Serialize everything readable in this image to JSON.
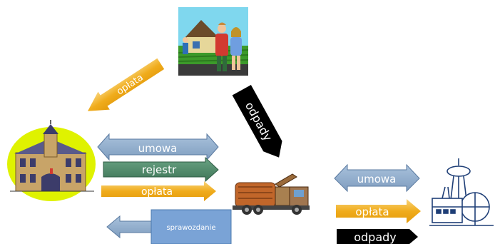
{
  "labels": {
    "arrow_oplata_top": "opłata",
    "arrow_odpady_top": "odpady",
    "arrow_umowa_left": "umowa",
    "arrow_rejestr": "rejestr",
    "arrow_oplata_left": "opłata",
    "arrow_sprawozdanie": "sprawozdanie",
    "arrow_umowa_right": "umowa",
    "arrow_oplata_right": "opłata",
    "arrow_odpady_right": "odpady"
  },
  "icons": {
    "family": "family-house-icon",
    "town_hall": "town-hall-icon",
    "truck": "garbage-truck-icon",
    "plant": "treatment-plant-icon"
  },
  "colors": {
    "blue_arrow": "#8da9c8",
    "green_arrow": "#4f8a6a",
    "orange_arrow": "#f0ac1c",
    "black_arrow": "#000000",
    "sprawozdanie_box": "#7aa3d6",
    "hall_disc": "#dff200"
  }
}
